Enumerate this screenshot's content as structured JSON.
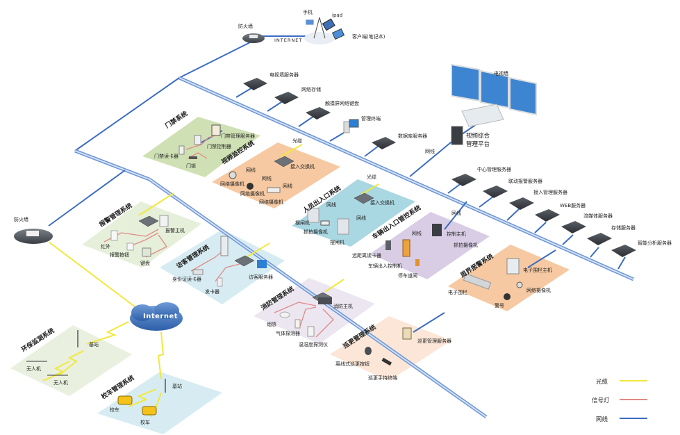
{
  "top": {
    "firewall": "防火墙",
    "phone": "手机",
    "ipad": "ipad",
    "internet_link": "INTERNET",
    "client": "客户端(笔记本)"
  },
  "core_devices": {
    "tvwall_server": "电视墙服务器",
    "network_storage": "网络存储",
    "touch_keyboard": "触摸屏网络键盘",
    "mgmt_terminal": "管理终端",
    "db_server": "数据库服务器",
    "tv_wall": "电视墙",
    "video_platform_line1": "视频综合",
    "video_platform_line2": "管理平台",
    "net_label": "网线"
  },
  "servers": [
    "中心管理服务器",
    "联动报警服务器",
    "接入管理服务器",
    "WEB服务器",
    "流媒体服务器",
    "存储服务器",
    "智能分析服务器"
  ],
  "access_control": {
    "title": "门禁系统",
    "server": "门禁管理服务器",
    "controller": "门禁控制器",
    "reader": "门禁读卡器",
    "lock": "门锁"
  },
  "video_surveillance": {
    "title": "视频监控系统",
    "fiber": "光缆",
    "switch": "接入交换机",
    "net1": "网线",
    "net2": "网线",
    "net3": "网线",
    "cam1": "网络摄像机",
    "cam2": "网络摄像机",
    "cam3": "网络摄像机"
  },
  "personnel_gate": {
    "title": "人员出入口系统",
    "fiber": "光缆",
    "switch": "接入交换机",
    "net1": "网线",
    "net2": "网线",
    "gate1": "摆闸机",
    "camera": "抓拍摄像机",
    "gate2": "摆闸机"
  },
  "vehicle_gate": {
    "title": "车辆出入口管控系统",
    "net1": "网线",
    "net2": "网线",
    "controller": "控制主机",
    "camera": "抓拍摄像机",
    "reader": "远距离读卡器",
    "control_unit": "车辆出入控制机",
    "barrier": "停车道闸"
  },
  "perimeter": {
    "title": "周界报警系统",
    "host": "电子围栏主机",
    "fence": "电子围栏",
    "camera": "网络摄像机",
    "horn": "警号"
  },
  "alarm": {
    "title": "报警管理系统",
    "host": "报警主机",
    "infrared": "红外",
    "button": "报警按钮",
    "keypad": "键盘"
  },
  "visitor": {
    "title": "访客管理系统",
    "id_reader": "身份证读卡器",
    "card_issuer": "发卡器",
    "server": "访客服务器"
  },
  "fire": {
    "title": "消防管理系统",
    "host": "消防主机",
    "smoke": "烟感",
    "gas": "气体探测器",
    "temp": "温湿度探测仪"
  },
  "patrol": {
    "title": "巡更管理系统",
    "server": "巡更管理服务器",
    "button": "离线式巡更按钮",
    "handheld": "巡更手持终端"
  },
  "left_firewall": "防火墙",
  "internet_cloud": "Internet",
  "env_monitor": {
    "title": "环保监测系统",
    "base": "基站",
    "drone1": "无人机",
    "drone2": "无人机"
  },
  "school_bus": {
    "title": "校车管理系统",
    "base": "基站",
    "bus1": "校车",
    "bus2": "校车"
  },
  "legend": [
    {
      "label": "光缆",
      "color": "#f2e83a"
    },
    {
      "label": "信号灯",
      "color": "#e08a84"
    },
    {
      "label": "网线",
      "color": "#3b6cc0"
    }
  ],
  "colors": {
    "backbone": "#3b6cc0",
    "fiber": "#f2e83a",
    "signal": "#e08a84",
    "zone_green": "#cfe1b4",
    "zone_orange": "#f6c9a2",
    "zone_blue": "#a9d7e2",
    "zone_purple": "#d9cde6",
    "zone_light_green": "#e5efd9",
    "zone_light_blue": "#d7ecf2",
    "zone_light_purple": "#ece6f1",
    "zone_light_peach": "#fbe6d7",
    "zone_pale_green": "#e9f0df"
  }
}
